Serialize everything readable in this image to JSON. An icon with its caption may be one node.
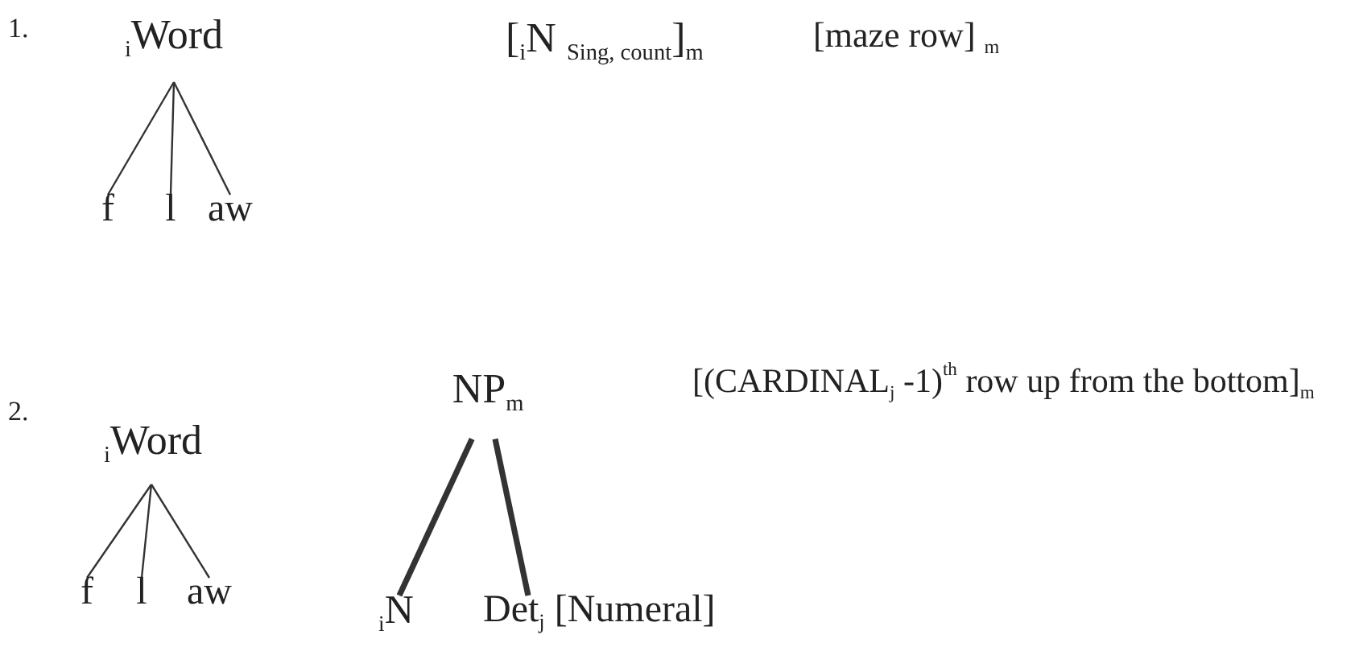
{
  "diagram": {
    "nodes": [
      {
        "text": [
          "$_{i}$Word"
        ]
      },
      {
        "text": [
          "f"
        ]
      },
      {
        "text": [
          "l"
        ]
      },
      {
        "text": [
          "aw"
        ]
      },
      {
        "text": [
          "$_{i}$Word"
        ]
      },
      {
        "text": [
          "f"
        ]
      },
      {
        "text": [
          "l"
        ]
      },
      {
        "text": [
          "aw"
        ]
      },
      {
        "text": [
          "NP$_{m}$"
        ]
      },
      {
        "text": [
          "$_{i}$N"
        ]
      },
      {
        "text": [
          "Det$_{j}$ [Numeral]"
        ]
      }
    ],
    "edges": [
      {
        "from": 0,
        "to": 1,
        "arrow": "none"
      },
      {
        "from": 0,
        "to": 2,
        "arrow": "none"
      },
      {
        "from": 0,
        "to": 3,
        "arrow": "none"
      },
      {
        "from": 4,
        "to": 5,
        "arrow": "none"
      },
      {
        "from": 4,
        "to": 6,
        "arrow": "none"
      },
      {
        "from": 4,
        "to": 7,
        "arrow": "none"
      },
      {
        "from": 8,
        "to": 9,
        "arrow": "none",
        "style": "thick"
      },
      {
        "from": 8,
        "to": 10,
        "arrow": "none",
        "style": "thick"
      }
    ],
    "labels": [
      "1.",
      "[$_{i}$N $_{Sing, count}$]$_{m}$",
      "[maze row] $_{m}$",
      "2.",
      "[(CARDINAL$_{j}$ -1)$^{th}$ row up from the bottom]$_{m}$"
    ]
  }
}
